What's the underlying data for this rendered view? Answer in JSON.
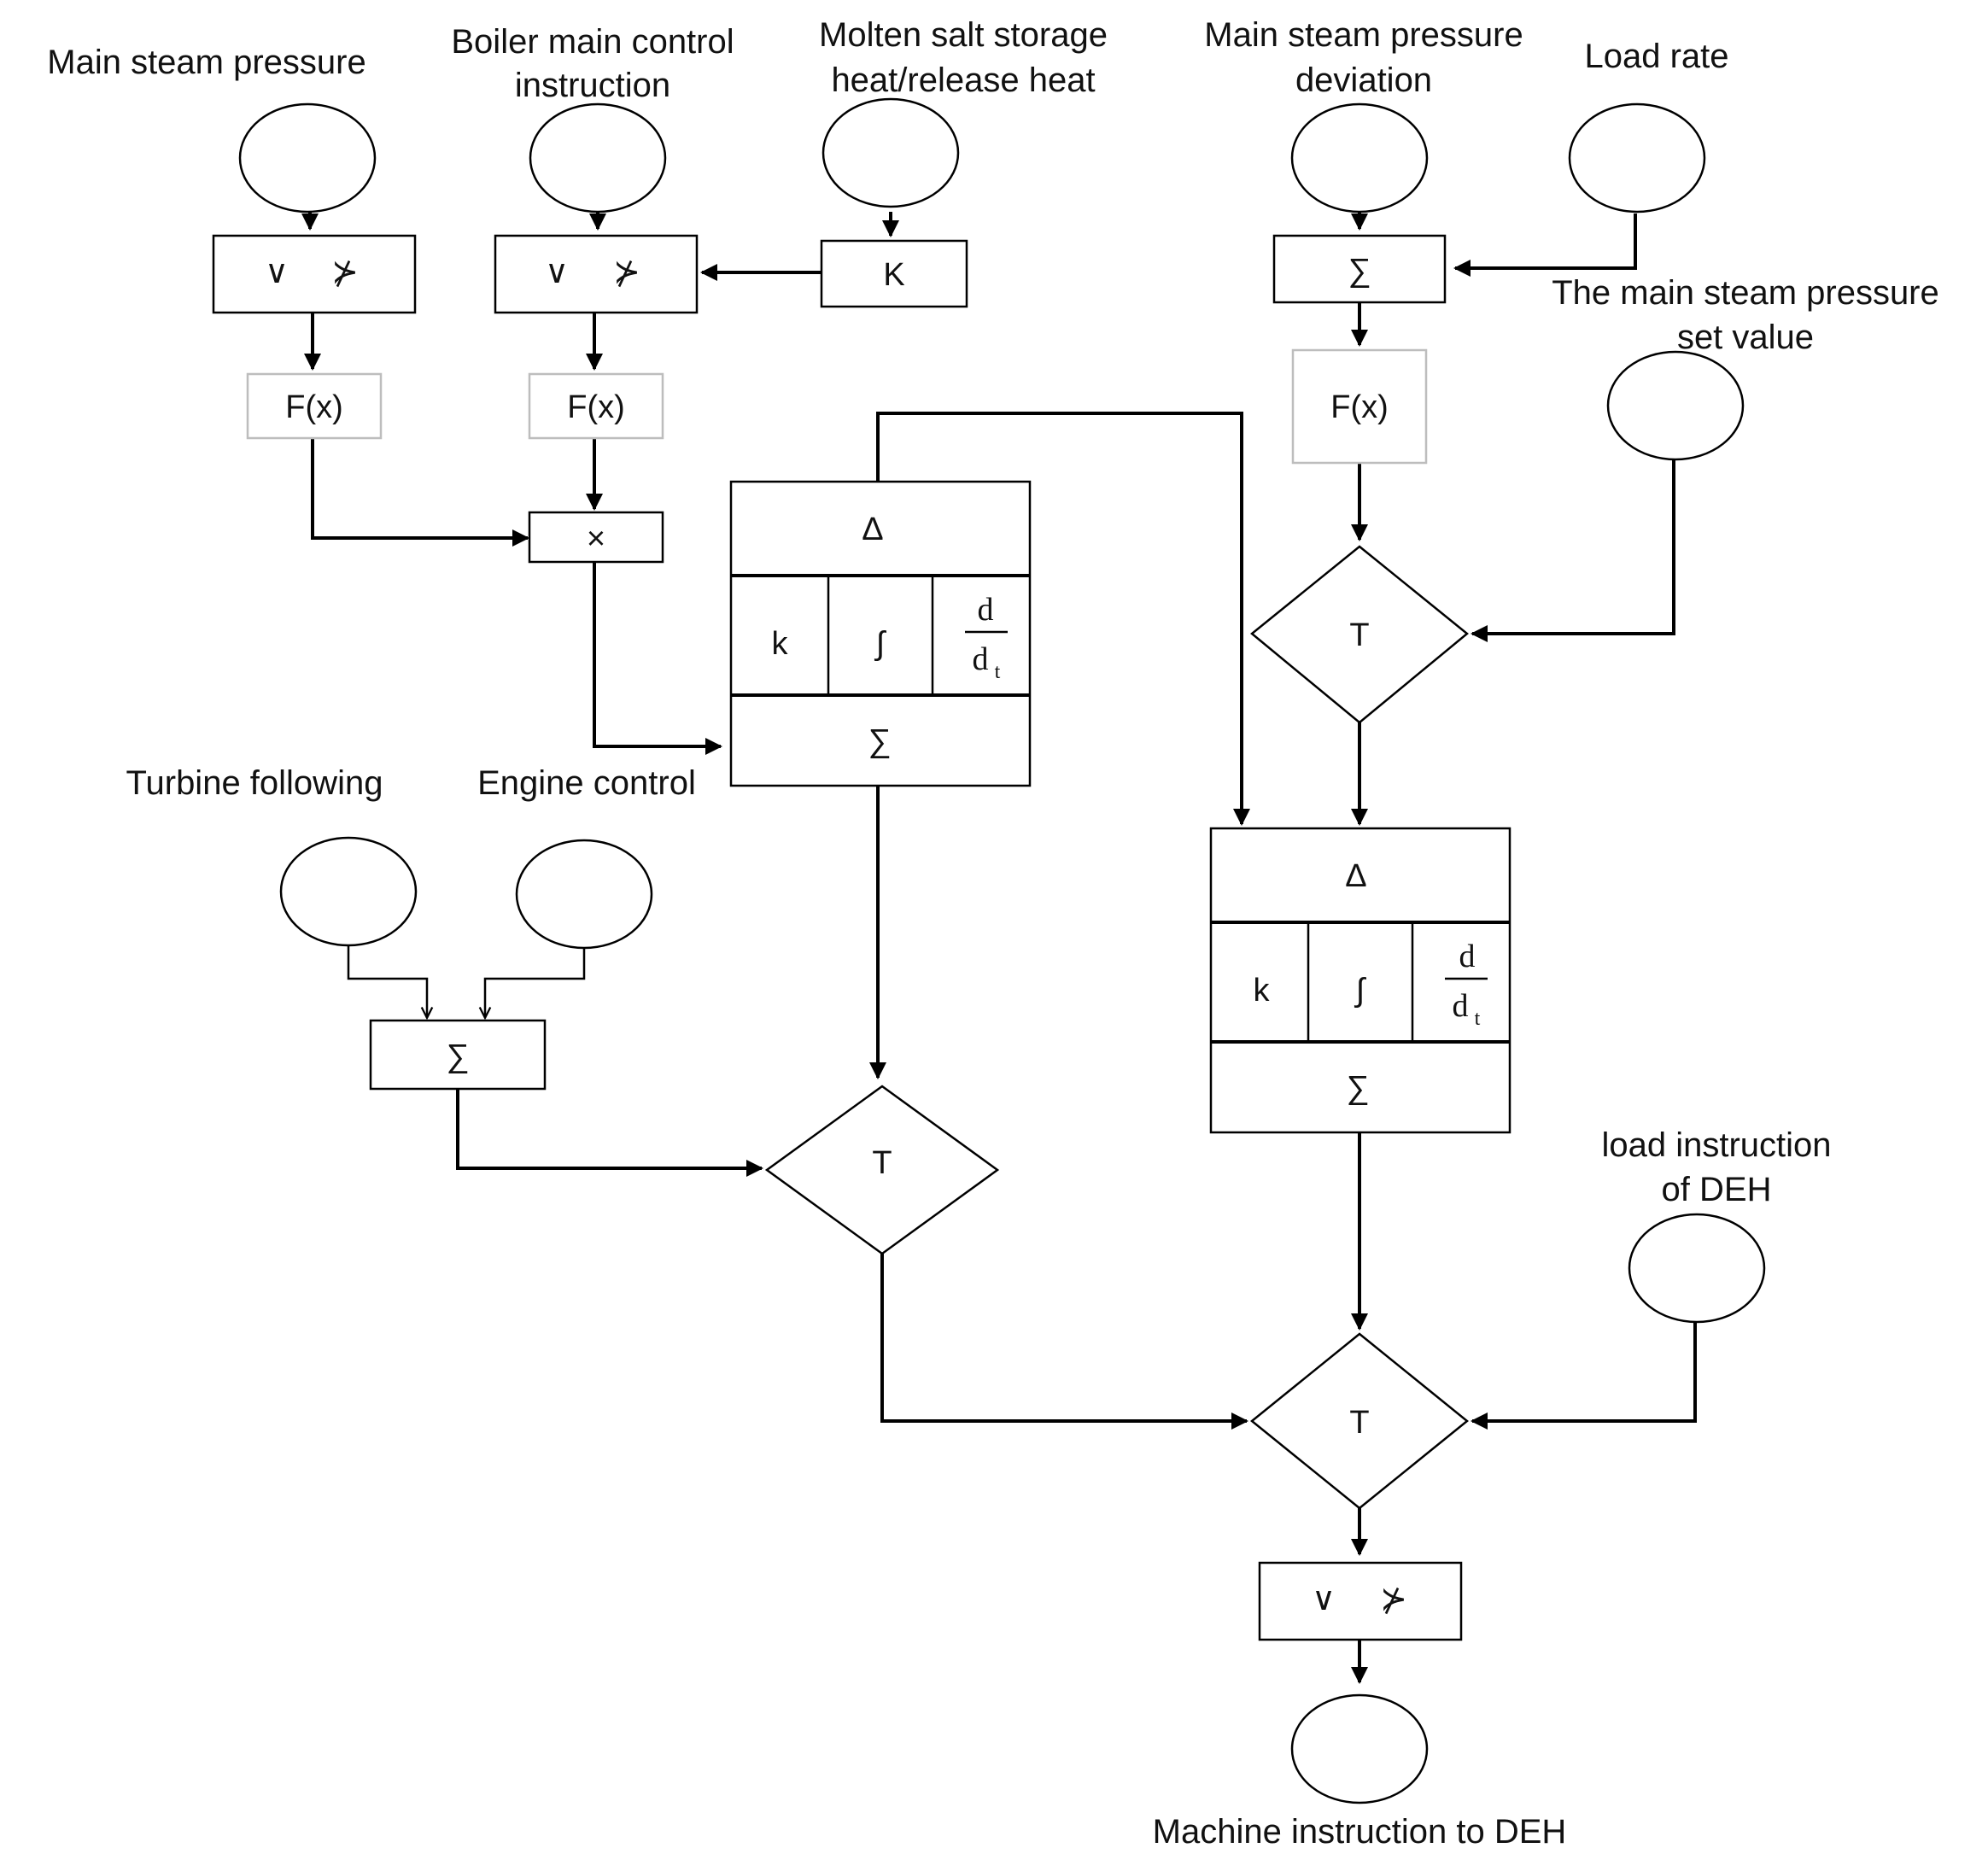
{
  "labels": {
    "main_steam_pressure": "Main steam pressure",
    "boiler_main_control_l1": "Boiler main control",
    "boiler_main_control_l2": "instruction",
    "molten_salt_l1": "Molten salt storage",
    "molten_salt_l2": "heat/release heat",
    "pressure_deviation_l1": "Main steam pressure",
    "pressure_deviation_l2": "deviation",
    "load_rate": "Load rate",
    "pressure_setvalue_l1": "The main steam pressure",
    "pressure_setvalue_l2": "set value",
    "turbine_following": "Turbine following",
    "engine_control": "Engine control",
    "load_instruction_deh_l1": "load instruction",
    "load_instruction_deh_l2": "of DEH",
    "machine_instruction_deh": "Machine instruction to DEH"
  },
  "symbols": {
    "limiter_low": "∨",
    "limiter_high": "⊁",
    "function": "F(x)",
    "gain": "K",
    "multiply": "×",
    "sum": "∑",
    "delta": "Δ",
    "proportional": "k",
    "integral": "∫",
    "deriv_num": "d",
    "deriv_den": "d",
    "deriv_sub": "t",
    "transfer": "T"
  }
}
